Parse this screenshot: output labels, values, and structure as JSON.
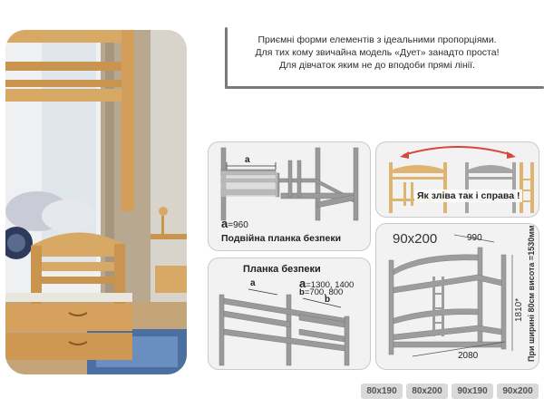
{
  "description": {
    "lines": [
      "Приємні форми елементів з ідеальними пропорціями.",
      "Для тих кому звичайна модель «Дует» занадто проста!",
      "Для дівчаток яким не до вподоби прямі лінії."
    ]
  },
  "double_plank": {
    "label_a": "a",
    "dim_value": "=960",
    "caption": "Подвійна планка безпеки"
  },
  "swap": {
    "caption": "Як зліва так і справа !"
  },
  "safety_plank": {
    "caption": "Планка безпеки",
    "label_a": "a",
    "label_b": "b",
    "legend_a_value": "=1300, 1400",
    "legend_b_value": "=700, 800"
  },
  "dimensions": {
    "size": "90x200",
    "depth": "990",
    "height": "1810*",
    "length": "2080",
    "note": "При ширині 80см висота =1530мм"
  },
  "size_options": [
    "80x190",
    "80x200",
    "90x190",
    "90x200"
  ],
  "colors": {
    "wood": "#d9a35b",
    "diagram_gray": "#8a8a8a",
    "card_bg": "#f2f2f2",
    "arrow_red": "#d9473a"
  }
}
